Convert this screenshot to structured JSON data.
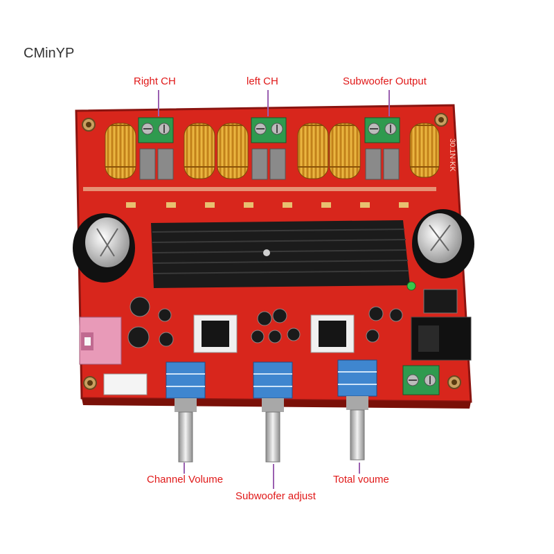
{
  "watermark": "CMinYP",
  "labels": {
    "right_ch": "Right CH",
    "left_ch": "left CH",
    "subwoofer_output": "Subwoofer Output",
    "channel_volume": "Channel Volume",
    "subwoofer_adjust": "Subwoofer adjust",
    "total_volume": "Total voume"
  },
  "board_silkscreen": "30.1N-KK",
  "colors": {
    "pcb": "#d8261c",
    "label": "#e01818",
    "leader": "#9a5fb0",
    "heatsink": "#1b1b1b",
    "coil": "#e0a020",
    "terminal": "#2f9a4e",
    "pot": "#3f86cf"
  }
}
